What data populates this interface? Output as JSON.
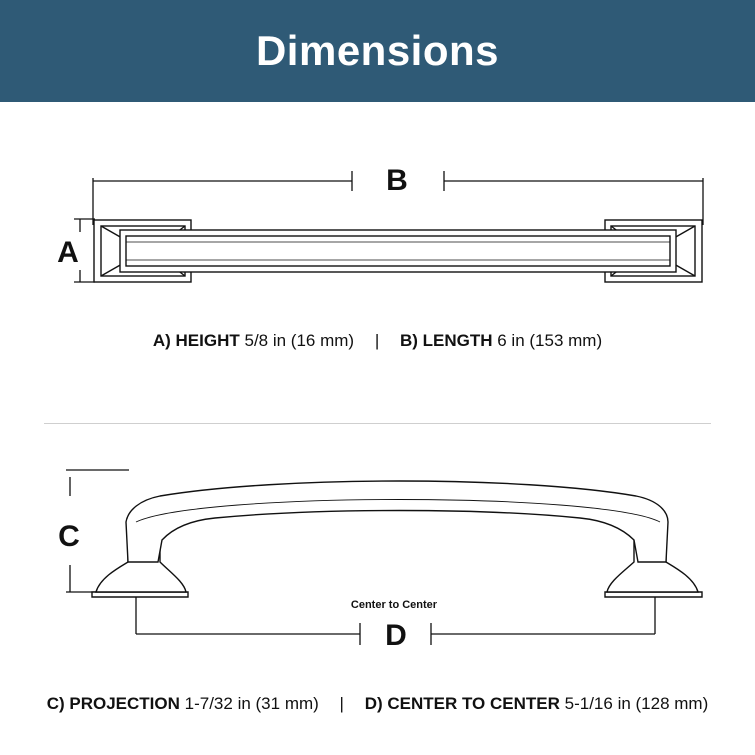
{
  "header": {
    "title": "Dimensions",
    "bg_color": "#2f5a76"
  },
  "top_view": {
    "label_a": "A",
    "label_b": "B"
  },
  "specs_top": {
    "a_label": "A) HEIGHT",
    "a_value": "5/8 in (16 mm)",
    "separator": "|",
    "b_label": "B) LENGTH",
    "b_value": "6 in (153 mm)"
  },
  "side_view": {
    "label_c": "C",
    "label_d": "D",
    "center_to_center": "Center to Center"
  },
  "specs_bottom": {
    "c_label": "C) PROJECTION",
    "c_value": "1-7/32 in (31 mm)",
    "separator": "|",
    "d_label": "D) CENTER TO CENTER",
    "d_value": "5-1/16 in (128 mm)"
  }
}
